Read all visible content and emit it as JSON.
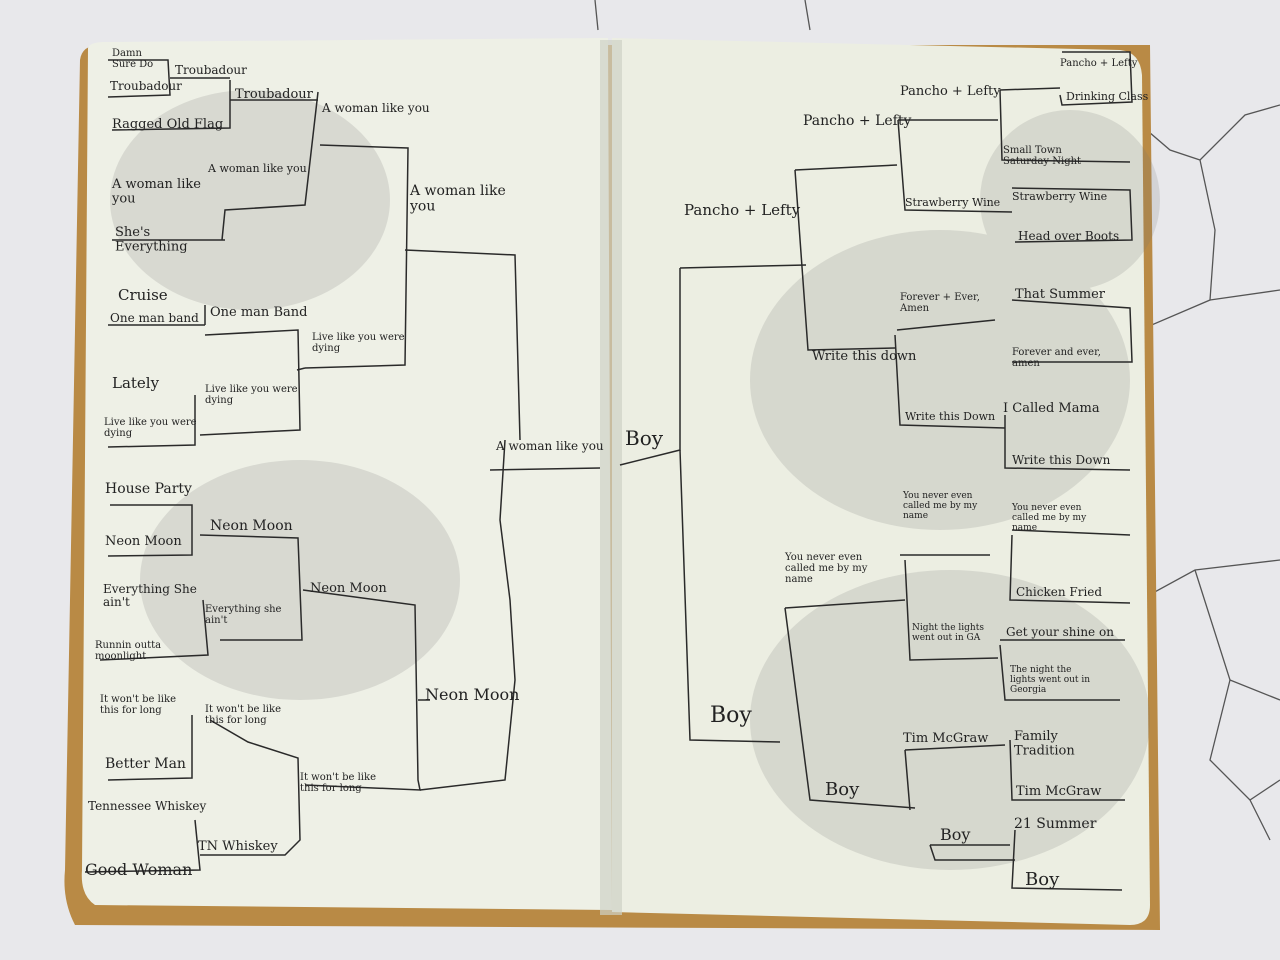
{
  "left_page": {
    "r1": [
      "Damn\nSure Do",
      "Troubadour",
      "Troubadour",
      "Ragged Old Flag",
      "A woman like you",
      "She's Everything",
      "Cruise",
      "One man band",
      "Lately",
      "Live like you were dying",
      "House Party",
      "Neon Moon",
      "Everything She ain't",
      "Runnin outta moonlight",
      "It won't be like this for long",
      "Better Man",
      "Tennessee Whiskey",
      "Good Woman"
    ],
    "r2": [
      "Troubadour",
      "A woman like you",
      "One man Band",
      "Live like you were dying",
      "Neon Moon",
      "Everything she ain't",
      "It won't be like this for long",
      "TN Whiskey"
    ],
    "r3": [
      "A woman like you",
      "Live like you were dying",
      "Neon Moon",
      "It won't be like this for long"
    ],
    "r4": [
      "A woman like you",
      "Neon Moon"
    ],
    "r5": [
      "A woman like you"
    ]
  },
  "right_page": {
    "r1": [
      "Pancho + Lefty",
      "Drinking Class",
      "Small Town Saturday Night",
      "Strawberry Wine",
      "Head over Boots",
      "That Summer",
      "Forever and ever, amen",
      "I Called Mama",
      "Write this Down",
      "You never even called me by my name",
      "Chicken Fried",
      "Get your shine on",
      "The night the lights went out in Georgia",
      "Family Tradition",
      "Tim McGraw",
      "21 Summer",
      "Boy"
    ],
    "r2": [
      "Pancho + Lefty",
      "Strawberry Wine",
      "Forever + Ever, Amen",
      "Write this Down",
      "You never even called me by my name",
      "Night the lights went out in GA",
      "Tim McGraw",
      "Boy"
    ],
    "r3": [
      "Pancho + Lefty",
      "Write this down",
      "You never even called me by my name",
      "Boy"
    ],
    "r4": [
      "Pancho + Lefty",
      "Boy"
    ],
    "r5": [
      "Boy"
    ]
  }
}
